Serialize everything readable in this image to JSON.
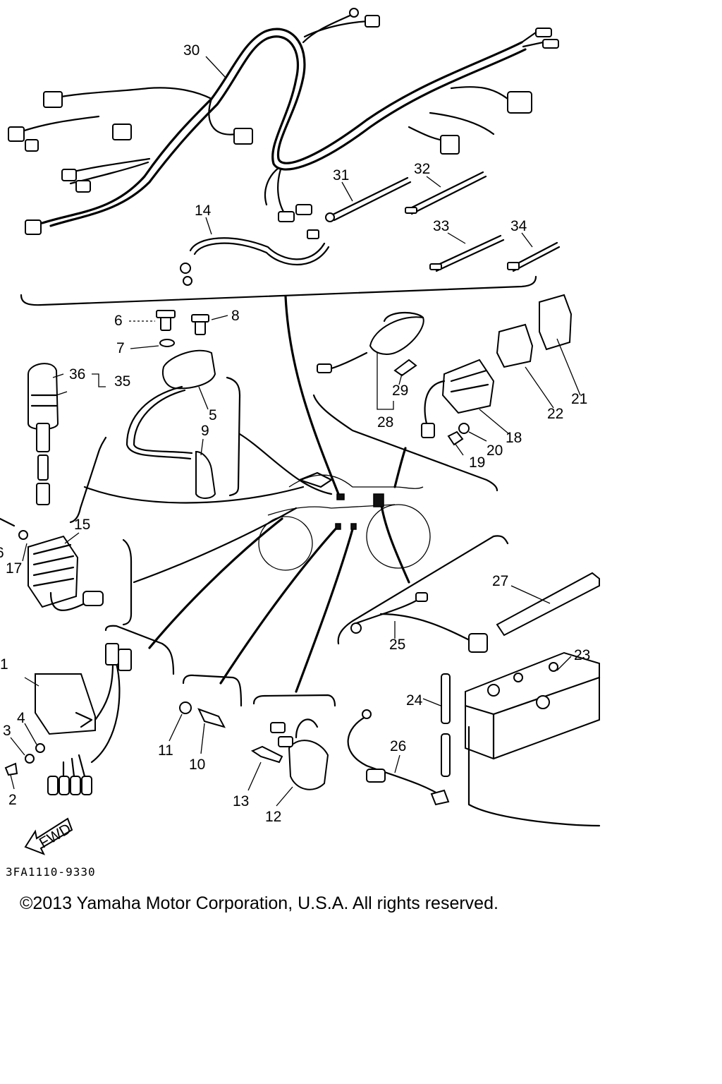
{
  "diagram": {
    "callouts": {
      "p1": "1",
      "p2": "2",
      "p3": "3",
      "p4": "4",
      "p5": "5",
      "p6": "6",
      "p6b": "6",
      "p7": "7",
      "p8": "8",
      "p9": "9",
      "p10": "10",
      "p11": "11",
      "p12": "12",
      "p13": "13",
      "p14": "14",
      "p15": "15",
      "p17": "17",
      "p18": "18",
      "p19": "19",
      "p20": "20",
      "p21": "21",
      "p22": "22",
      "p23": "23",
      "p24": "24",
      "p25": "25",
      "p26": "26",
      "p27": "27",
      "p28": "28",
      "p29": "29",
      "p30": "30",
      "p31": "31",
      "p32": "32",
      "p33": "33",
      "p34": "34",
      "p35": "35",
      "p36": "36"
    },
    "fwd_label": "FWD",
    "drawing_code": "3FA1110-9330",
    "copyright": "©2013 Yamaha Motor Corporation, U.S.A. All rights reserved."
  }
}
